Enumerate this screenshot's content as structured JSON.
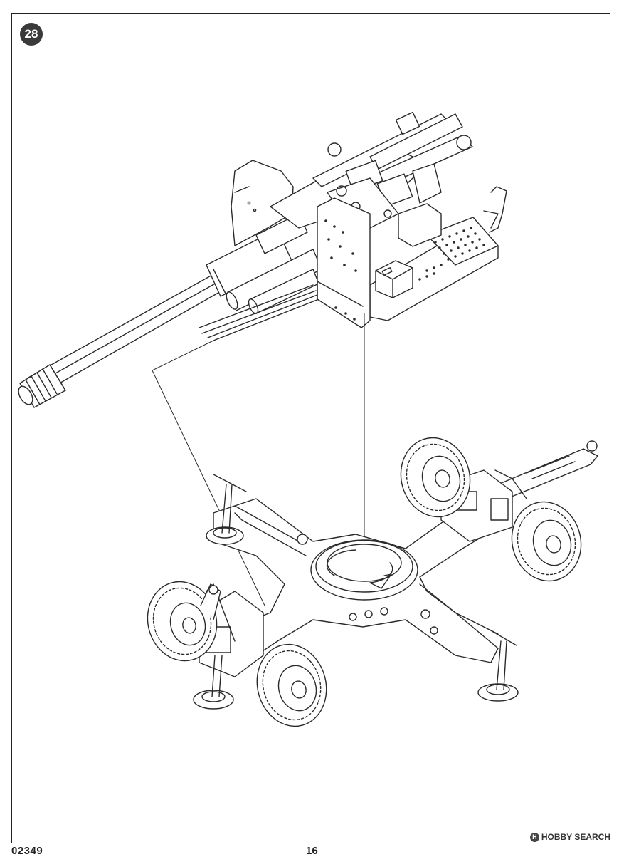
{
  "step": {
    "number": "28"
  },
  "footer": {
    "product_code": "02349",
    "page_number": "16"
  },
  "watermark": {
    "text": "HOBBY SEARCH",
    "logo_icon": "hobby-search-logo-icon"
  },
  "colors": {
    "line": "#2a2a2a",
    "badge": "#3a3a3a"
  }
}
